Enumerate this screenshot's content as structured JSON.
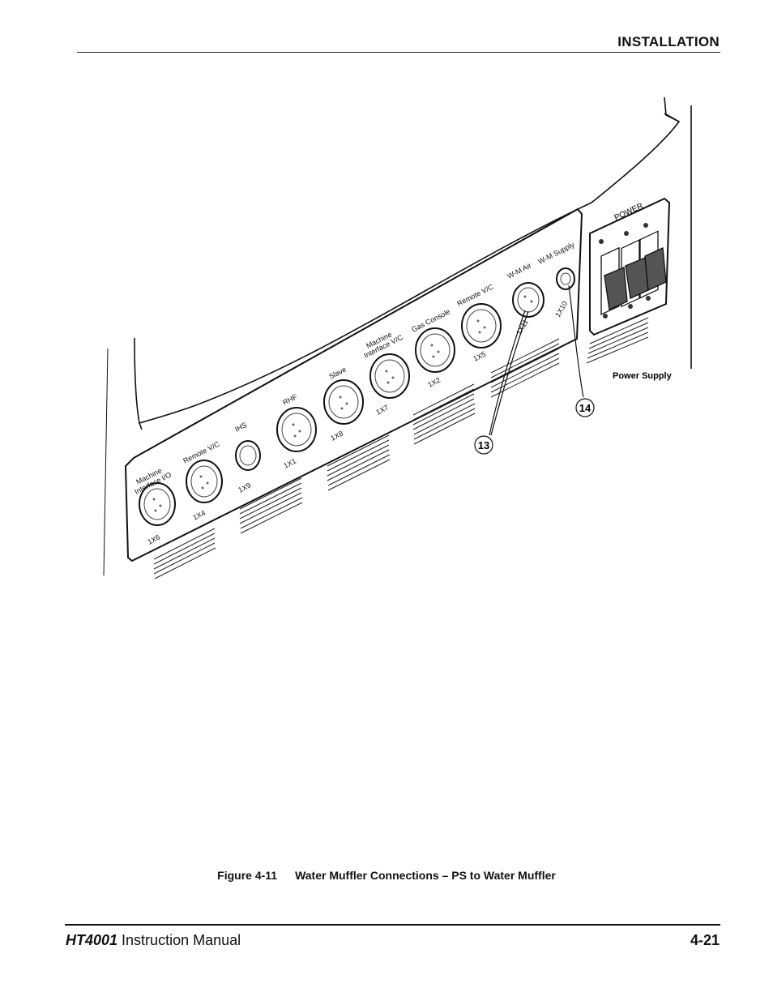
{
  "header": {
    "section_title": "INSTALLATION"
  },
  "figure": {
    "callouts": {
      "left": "13",
      "right": "14"
    },
    "power_supply_label": "Power Supply",
    "power_label": "POWER",
    "connectors": [
      {
        "name": "Machine\nInterface I/O",
        "id": "1X6"
      },
      {
        "name": "Remote V/C",
        "id": "1X4"
      },
      {
        "name": "IHS",
        "id": "1X9"
      },
      {
        "name": "RHF",
        "id": "1X1"
      },
      {
        "name": "Slave",
        "id": "1X8"
      },
      {
        "name": "Machine\nInterface V/C",
        "id": "1X7"
      },
      {
        "name": "Gas Console",
        "id": "1X2"
      },
      {
        "name": "Remote V/C",
        "id": "1X5"
      },
      {
        "name": "W-M Air",
        "id": "1X11"
      },
      {
        "name": "W-M Supply",
        "id": "1X10"
      }
    ]
  },
  "caption": {
    "number": "Figure 4-11",
    "title": "Water Muffler Connections – PS to Water Muffler"
  },
  "footer": {
    "brand": "HT4001",
    "manual": " Instruction Manual",
    "page_number": "4-21"
  }
}
